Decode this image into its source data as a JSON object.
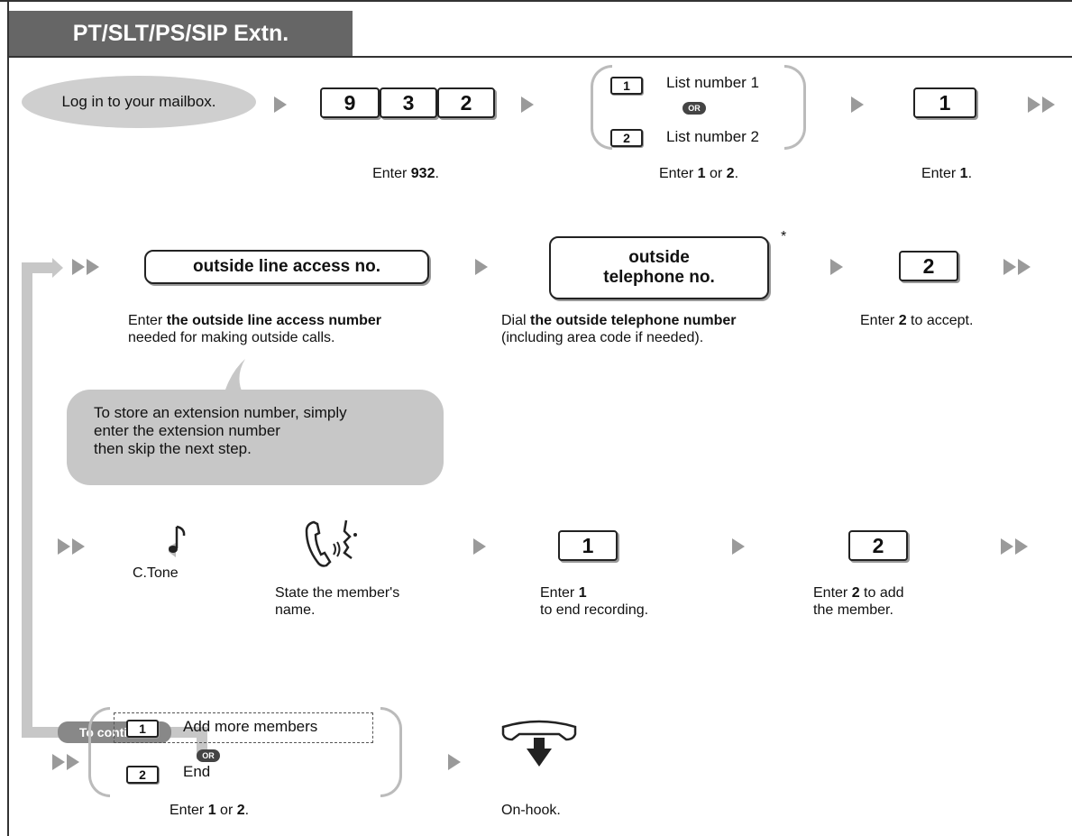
{
  "header": {
    "title": "PT/SLT/PS/SIP Extn."
  },
  "step1": {
    "login_label": "Log in to your mailbox.",
    "keys": [
      "9",
      "3",
      "2"
    ],
    "keys_caption_pre": "Enter ",
    "keys_caption_bold": "932",
    "keys_caption_post": ".",
    "list_options": [
      {
        "key": "1",
        "label": "List number 1"
      },
      {
        "key": "2",
        "label": "List number 2"
      }
    ],
    "or_label": "OR",
    "list_caption_pre": "Enter ",
    "list_caption_b1": "1",
    "list_caption_mid": " or ",
    "list_caption_b2": "2",
    "list_caption_post": ".",
    "key_1": "1",
    "key_1_caption_pre": "Enter ",
    "key_1_caption_bold": "1",
    "key_1_caption_post": "."
  },
  "step2": {
    "access_box": "outside line access no.",
    "access_caption_pre": "Enter ",
    "access_caption_bold": "the outside line access number",
    "access_caption_line2": "needed for making outside calls.",
    "tel_box_line1": "outside",
    "tel_box_line2": "telephone no.",
    "asterisk": "*",
    "tel_caption_pre": "Dial ",
    "tel_caption_bold": "the outside telephone number",
    "tel_caption_line2": "(including area code if needed).",
    "key_2": "2",
    "key_2_caption_pre": "Enter ",
    "key_2_caption_bold": "2",
    "key_2_caption_post": " to accept.",
    "bubble_lines": [
      "To store an extension number, simply",
      "enter the extension number",
      "then skip the next step."
    ]
  },
  "step3": {
    "tone_label": "C.Tone",
    "state_caption": [
      "State the member's",
      "name."
    ],
    "key_1": "1",
    "end_caption_pre": "Enter ",
    "end_caption_bold": "1",
    "end_caption_line2": "to end recording.",
    "key_2": "2",
    "add_caption_pre": "Enter ",
    "add_caption_bold": "2",
    "add_caption_post": " to add",
    "add_caption_line2": "the member."
  },
  "step4": {
    "continue_label": "To continue",
    "options": [
      {
        "key": "1",
        "label": "Add more members"
      },
      {
        "key": "2",
        "label": "End"
      }
    ],
    "or_label": "OR",
    "caption_pre": "Enter ",
    "caption_b1": "1",
    "caption_mid": " or ",
    "caption_b2": "2",
    "caption_post": ".",
    "onhook_caption": "On-hook."
  }
}
